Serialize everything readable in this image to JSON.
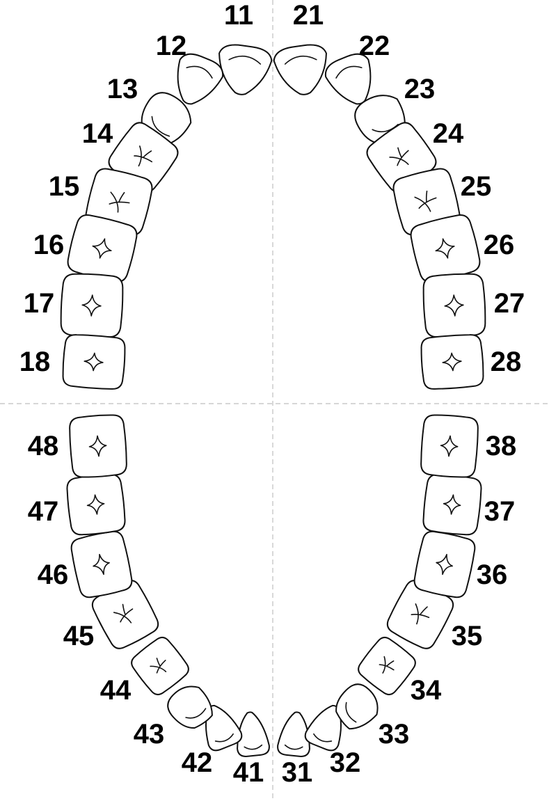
{
  "colors": {
    "outline": "#111111",
    "fill": "#ffffff",
    "divider": "#bdbdbd",
    "label": "#000000"
  },
  "teeth": [
    {
      "id": "11",
      "label": "11",
      "type": "incisor"
    },
    {
      "id": "12",
      "label": "12",
      "type": "incisor"
    },
    {
      "id": "13",
      "label": "13",
      "type": "canine"
    },
    {
      "id": "14",
      "label": "14",
      "type": "premolar"
    },
    {
      "id": "15",
      "label": "15",
      "type": "premolar"
    },
    {
      "id": "16",
      "label": "16",
      "type": "molar"
    },
    {
      "id": "17",
      "label": "17",
      "type": "molar"
    },
    {
      "id": "18",
      "label": "18",
      "type": "molar"
    },
    {
      "id": "21",
      "label": "21",
      "type": "incisor"
    },
    {
      "id": "22",
      "label": "22",
      "type": "incisor"
    },
    {
      "id": "23",
      "label": "23",
      "type": "canine"
    },
    {
      "id": "24",
      "label": "24",
      "type": "premolar"
    },
    {
      "id": "25",
      "label": "25",
      "type": "premolar"
    },
    {
      "id": "26",
      "label": "26",
      "type": "molar"
    },
    {
      "id": "27",
      "label": "27",
      "type": "molar"
    },
    {
      "id": "28",
      "label": "28",
      "type": "molar"
    },
    {
      "id": "31",
      "label": "31",
      "type": "incisor"
    },
    {
      "id": "32",
      "label": "32",
      "type": "incisor"
    },
    {
      "id": "33",
      "label": "33",
      "type": "canine"
    },
    {
      "id": "34",
      "label": "34",
      "type": "premolar"
    },
    {
      "id": "35",
      "label": "35",
      "type": "premolar"
    },
    {
      "id": "36",
      "label": "36",
      "type": "molar"
    },
    {
      "id": "37",
      "label": "37",
      "type": "molar"
    },
    {
      "id": "38",
      "label": "38",
      "type": "molar"
    },
    {
      "id": "41",
      "label": "41",
      "type": "incisor"
    },
    {
      "id": "42",
      "label": "42",
      "type": "incisor"
    },
    {
      "id": "43",
      "label": "43",
      "type": "canine"
    },
    {
      "id": "44",
      "label": "44",
      "type": "premolar"
    },
    {
      "id": "45",
      "label": "45",
      "type": "premolar"
    },
    {
      "id": "46",
      "label": "46",
      "type": "molar"
    },
    {
      "id": "47",
      "label": "47",
      "type": "molar"
    },
    {
      "id": "48",
      "label": "48",
      "type": "molar"
    }
  ]
}
